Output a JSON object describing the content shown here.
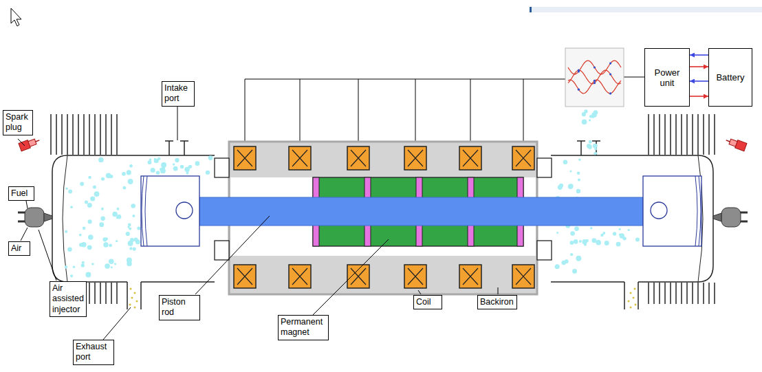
{
  "diagram": {
    "nodes": [
      {
        "text": [
          "Intake port"
        ]
      },
      {
        "text": [
          "Power unit"
        ]
      },
      {
        "text": [
          "Battery"
        ]
      },
      {
        "text": [
          "Spark plug"
        ]
      },
      {
        "text": [
          "Fuel"
        ]
      },
      {
        "text": [
          "Air"
        ]
      },
      {
        "text": [
          "Air assisted injector"
        ]
      },
      {
        "text": [
          "Piston rod"
        ]
      },
      {
        "text": [
          "Coil"
        ]
      },
      {
        "text": [
          "Backiron"
        ]
      },
      {
        "text": [
          "Permanent magnet"
        ]
      },
      {
        "text": [
          "Exhaust port"
        ]
      }
    ],
    "edges": [
      {
        "from": 2,
        "to": 1,
        "arrow": "to"
      },
      {
        "from": 1,
        "to": 2,
        "arrow": "to"
      },
      {
        "from": 2,
        "to": 1,
        "arrow": "to"
      },
      {
        "from": 1,
        "to": 2,
        "arrow": "to"
      }
    ]
  }
}
